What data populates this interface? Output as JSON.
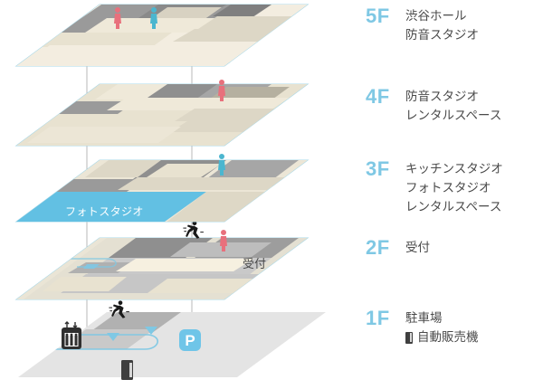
{
  "legend": {
    "rows": [
      {
        "floor": "5F",
        "names": [
          "渋谷ホール",
          "防音スタジオ"
        ]
      },
      {
        "floor": "4F",
        "names": [
          "防音スタジオ",
          "レンタルスペース"
        ]
      },
      {
        "floor": "3F",
        "names": [
          "キッチンスタジオ",
          "フォトスタジオ",
          "レンタルスペース"
        ]
      },
      {
        "floor": "2F",
        "names": [
          "受付"
        ]
      },
      {
        "floor": "1F",
        "names": [
          "駐車場"
        ],
        "sub": {
          "icon": "vending-machine-icon",
          "label": "自動販売機"
        }
      }
    ]
  },
  "diagram": {
    "plan_labels": {
      "photo_studio": "フォトスタジオ",
      "reception": "受付"
    },
    "parking_sign": "P",
    "icons": {
      "elevator": "elevator-icon",
      "vending_machine": "vending-machine-icon",
      "parking": "parking-icon",
      "person_red": "person-red-icon",
      "person_cyan": "person-cyan-icon",
      "runner": "runner-icon"
    }
  },
  "colors": {
    "floor_accent": "#7fc8e4",
    "photo_studio": "#62c0e3",
    "plate_edge": "#a8d8e8",
    "plate_cream": "#f6f0e0",
    "plate_beige": "#e0d8c4",
    "plate_gray": "#bdbdbd",
    "plate_dark": "#9a9a9a",
    "ground": "#e4e4e4",
    "person_red": "#e8707c",
    "person_cyan": "#4bb6cf",
    "text": "#4a4a4a"
  }
}
